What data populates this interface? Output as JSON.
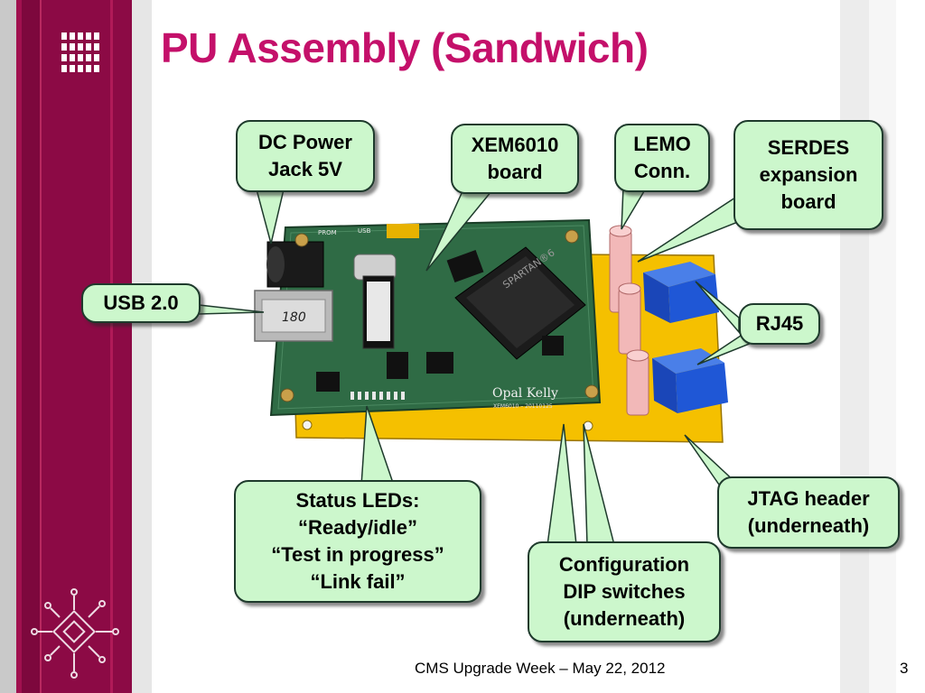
{
  "slide": {
    "title": "PU Assembly (Sandwich)",
    "footer": "CMS Upgrade Week – May 22, 2012",
    "page_number": "3"
  },
  "board": {
    "chip_label": "SPARTAN®6",
    "brand": "Opal Kelly",
    "model": "XEM6010 – 20110125",
    "sticker": "180",
    "silkscreen_top": "PROM",
    "silkscreen_usb": "USB"
  },
  "callouts": {
    "dc_power": [
      "DC Power",
      "Jack 5V"
    ],
    "xem6010": [
      "XEM6010",
      "board"
    ],
    "lemo": [
      "LEMO",
      "Conn."
    ],
    "serdes": [
      "SERDES",
      "expansion",
      "board"
    ],
    "usb": [
      "USB 2.0"
    ],
    "rj45": [
      "RJ45"
    ],
    "status_leds": [
      "Status LEDs:",
      "“Ready/idle”",
      "“Test in progress”",
      "“Link fail”"
    ],
    "jtag": [
      "JTAG header",
      "(underneath)"
    ],
    "config_dip": [
      "Configuration",
      "DIP switches",
      "(underneath)"
    ]
  },
  "colors": {
    "title": "#c4106a",
    "left_bar": "#8c0a45",
    "callout_fill": "#ccf7cc",
    "pcb_green": "#2f6b45",
    "carrier_yellow": "#f5c000",
    "rj45_blue": "#1f57d6"
  }
}
